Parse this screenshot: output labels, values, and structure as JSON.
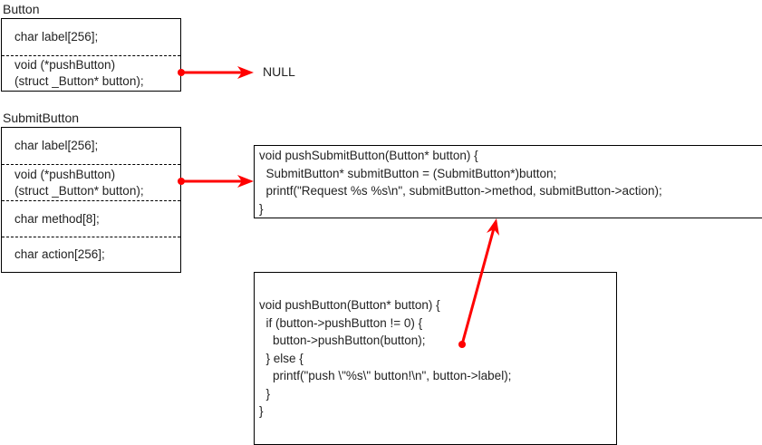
{
  "button_struct": {
    "title": "Button",
    "fields": [
      "char label[256];",
      "void (*pushButton)\n(struct _Button* button);"
    ]
  },
  "submit_struct": {
    "title": "SubmitButton",
    "fields": [
      "char label[256];",
      "void (*pushButton)\n(struct _Button* button);",
      "char method[8];",
      "char action[256];"
    ]
  },
  "null_label": "NULL",
  "push_submit_code": {
    "lines": [
      "void pushSubmitButton(Button* button) {",
      "  SubmitButton* submitButton = (SubmitButton*)button;",
      "  printf(\"Request %s %s\\n\", submitButton->method, submitButton->action);",
      "}"
    ]
  },
  "push_button_code": {
    "lines": [
      "void pushButton(Button* button) {",
      "  if (button->pushButton != 0) {",
      "    button->pushButton(button);",
      "  } else {",
      "    printf(\"push \\\"%s\\\" button!\\n\", button->label);",
      "  }",
      "}"
    ]
  },
  "colors": {
    "arrow": "#ff0000",
    "border": "#000000"
  }
}
